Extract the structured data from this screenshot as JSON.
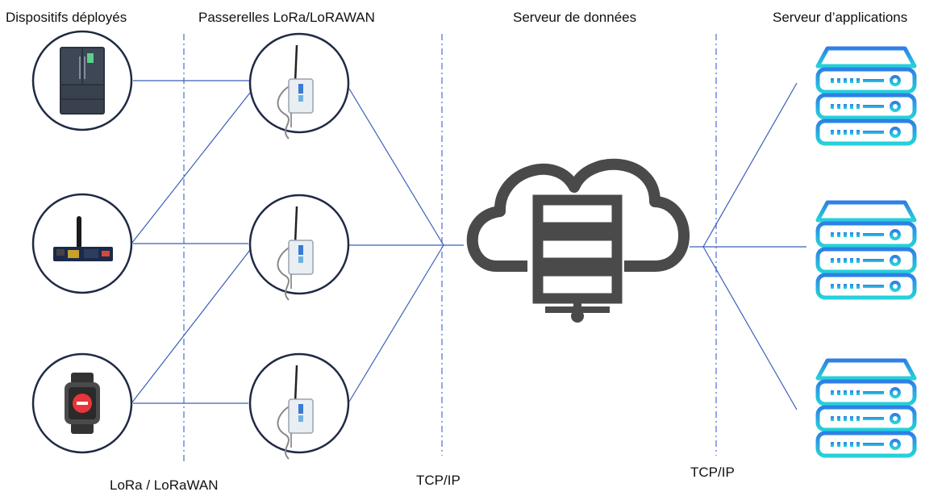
{
  "columns": {
    "devices": "Dispositifs déployés",
    "gateways": "Passerelles LoRa/LoRAWAN",
    "data_server": "Serveur de données",
    "app_servers": "Serveur d’applications"
  },
  "protocols": {
    "lora": "LoRa / LoRaWAN",
    "tcpip_1": "TCP/IP",
    "tcpip_2": "TCP/IP"
  },
  "icons": {
    "devices": [
      "refrigerator-icon",
      "lora-board-icon",
      "smartwatch-icon"
    ],
    "gateway": "lora-gateway-icon",
    "cloud": "cloud-server-icon",
    "app_server": "server-rack-icon"
  },
  "colors": {
    "link": "#3b5fb8",
    "divider": "#4a6fd0",
    "cloud": "#4a4a4a",
    "server_top": "#2f7fe6",
    "server_bottom": "#24d3d9"
  }
}
